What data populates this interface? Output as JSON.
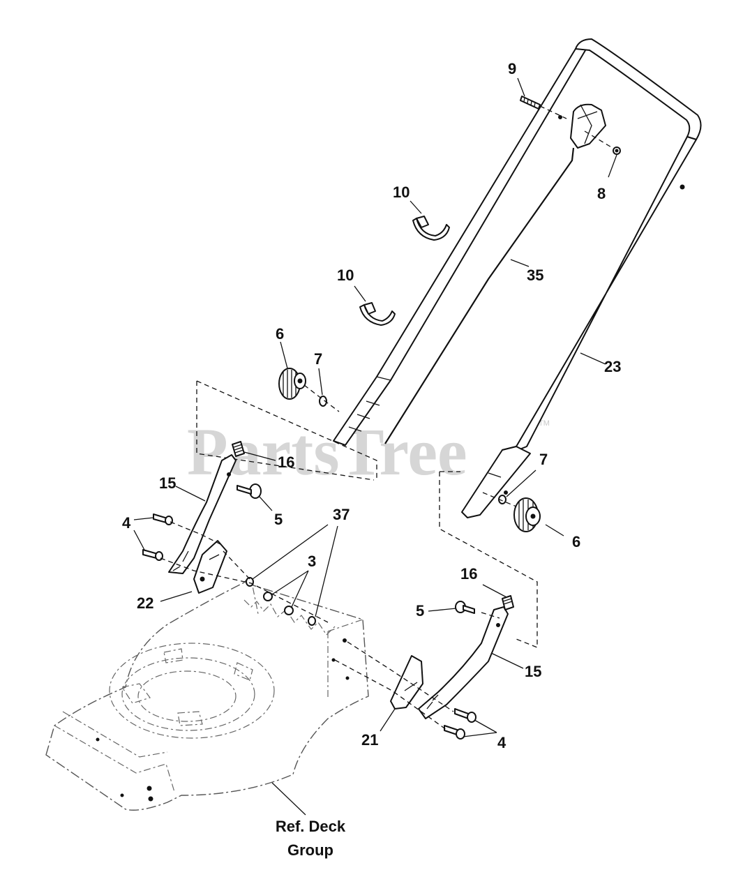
{
  "watermark": {
    "text": "PartsTree",
    "trademark": "TM"
  },
  "callouts": {
    "c9": "9",
    "c8": "8",
    "c10_top": "10",
    "c10_mid": "10",
    "c35": "35",
    "c23": "23",
    "c6_left": "6",
    "c7_left": "7",
    "c16_left": "16",
    "c15_left": "15",
    "c5_left": "5",
    "c4_left": "4",
    "c37": "37",
    "c3": "3",
    "c22": "22",
    "c7_right": "7",
    "c6_right": "6",
    "c16_right": "16",
    "c5_right": "5",
    "c15_right": "15",
    "c21": "21",
    "c4_right": "4"
  },
  "ref_label": {
    "line1": "Ref. Deck",
    "line2": "Group"
  }
}
